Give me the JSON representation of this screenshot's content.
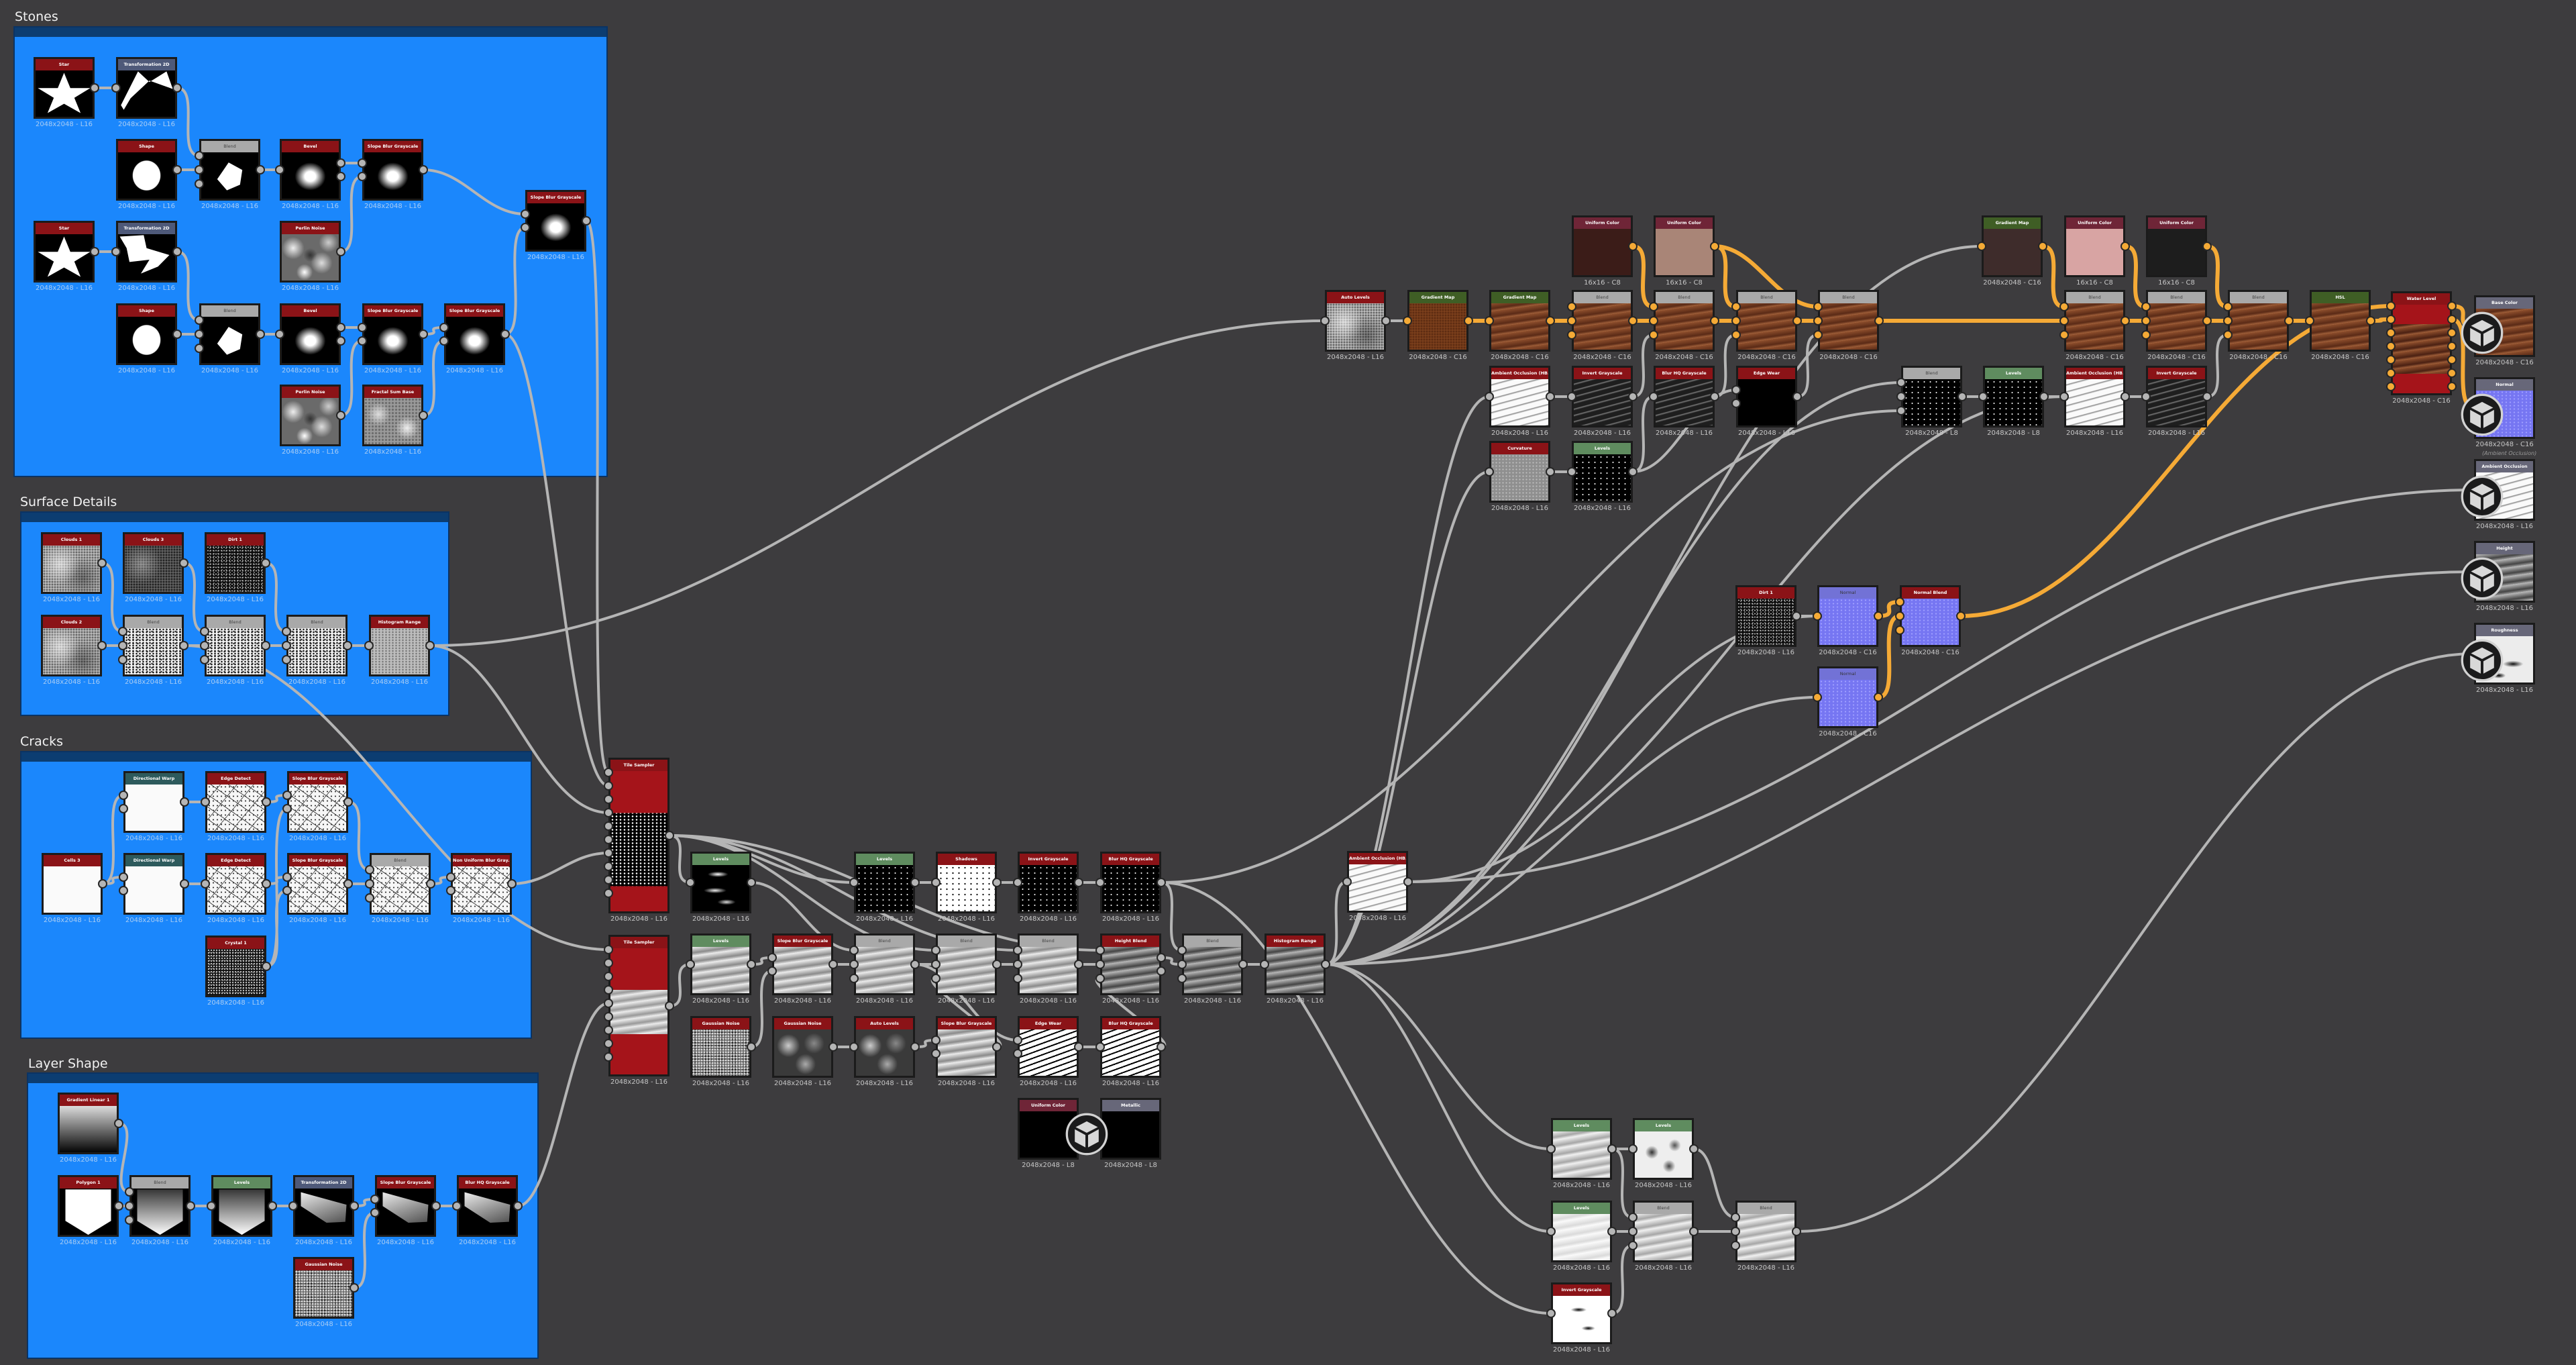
{
  "frames": {
    "stones": "Stones",
    "surface": "Surface Details",
    "cracks": "Cracks",
    "layer": "Layer Shape"
  },
  "captions": {
    "ao_output": "(Ambient Occlusion)"
  },
  "colors": {
    "background": "#3d3c3e",
    "frame": "#1b87fc",
    "frame_header": "#0c3d71",
    "wire": "#b5b5b5",
    "color_wire": "#f5aa36"
  },
  "nodes": {
    "s1": {
      "title": "Star",
      "res": "2048x2048 - L16"
    },
    "s2": {
      "title": "Transformation 2D",
      "res": "2048x2048 - L16"
    },
    "s3": {
      "title": "Shape",
      "res": "2048x2048 - L16"
    },
    "s4": {
      "title": "Blend",
      "res": "2048x2048 - L16"
    },
    "s5": {
      "title": "Bevel",
      "res": "2048x2048 - L16"
    },
    "s6": {
      "title": "Slope Blur Grayscale",
      "res": "2048x2048 - L16"
    },
    "s7": {
      "title": "Star",
      "res": "2048x2048 - L16"
    },
    "s8": {
      "title": "Transformation 2D",
      "res": "2048x2048 - L16"
    },
    "s9": {
      "title": "Perlin Noise",
      "res": "2048x2048 - L16"
    },
    "s10": {
      "title": "Slope Blur Grayscale",
      "res": "2048x2048 - L16"
    },
    "s11": {
      "title": "Shape",
      "res": "2048x2048 - L16"
    },
    "s12": {
      "title": "Blend",
      "res": "2048x2048 - L16"
    },
    "s13": {
      "title": "Bevel",
      "res": "2048x2048 - L16"
    },
    "s14": {
      "title": "Slope Blur Grayscale",
      "res": "2048x2048 - L16"
    },
    "s15": {
      "title": "Slope Blur Grayscale",
      "res": "2048x2048 - L16"
    },
    "s16": {
      "title": "Perlin Noise",
      "res": "2048x2048 - L16"
    },
    "s17": {
      "title": "Fractal Sum Base",
      "res": "2048x2048 - L16"
    },
    "d1": {
      "title": "Clouds 1",
      "res": "2048x2048 - L16"
    },
    "d2": {
      "title": "Clouds 3",
      "res": "2048x2048 - L16"
    },
    "d3": {
      "title": "Dirt 1",
      "res": "2048x2048 - L16"
    },
    "d4": {
      "title": "Clouds 2",
      "res": "2048x2048 - L16"
    },
    "d5": {
      "title": "Blend",
      "res": "2048x2048 - L16"
    },
    "d6": {
      "title": "Blend",
      "res": "2048x2048 - L16"
    },
    "d7": {
      "title": "Blend",
      "res": "2048x2048 - L16"
    },
    "d8": {
      "title": "Histogram Range",
      "res": "2048x2048 - L16"
    },
    "c1": {
      "title": "Directional Warp",
      "res": "2048x2048 - L16"
    },
    "c2": {
      "title": "Edge Detect",
      "res": "2048x2048 - L16"
    },
    "c3": {
      "title": "Slope Blur Grayscale",
      "res": "2048x2048 - L16"
    },
    "c4": {
      "title": "Cells 3",
      "res": "2048x2048 - L16"
    },
    "c5": {
      "title": "Directional Warp",
      "res": "2048x2048 - L16"
    },
    "c6": {
      "title": "Edge Detect",
      "res": "2048x2048 - L16"
    },
    "c7": {
      "title": "Slope Blur Grayscale",
      "res": "2048x2048 - L16"
    },
    "c8": {
      "title": "Blend",
      "res": "2048x2048 - L16"
    },
    "c9": {
      "title": "Non Uniform Blur Gray...",
      "res": "2048x2048 - L16"
    },
    "c10": {
      "title": "Crystal 1",
      "res": "2048x2048 - L16"
    },
    "l1": {
      "title": "Gradient Linear 1",
      "res": "2048x2048 - L16"
    },
    "l2": {
      "title": "Polygon 1",
      "res": "2048x2048 - L16"
    },
    "l3": {
      "title": "Blend",
      "res": "2048x2048 - L16"
    },
    "l4": {
      "title": "Levels",
      "res": "2048x2048 - L16"
    },
    "l5": {
      "title": "Transformation 2D",
      "res": "2048x2048 - L16"
    },
    "l6": {
      "title": "Slope Blur Grayscale",
      "res": "2048x2048 - L16"
    },
    "l7": {
      "title": "Blur HQ Grayscale",
      "res": "2048x2048 - L16"
    },
    "l8": {
      "title": "Gaussian Noise",
      "res": "2048x2048 - L16"
    },
    "m1": {
      "title": "Tile Sampler",
      "res": "2048x2048 - L16"
    },
    "m2": {
      "title": "Tile Sampler",
      "res": "2048x2048 - L16"
    },
    "m3": {
      "title": "Levels",
      "res": "2048x2048 - L16"
    },
    "m4": {
      "title": "Levels",
      "res": "2048x2048 - L16"
    },
    "m5": {
      "title": "Shadows",
      "res": "2048x2048 - L16"
    },
    "m6": {
      "title": "Invert Grayscale",
      "res": "2048x2048 - L16"
    },
    "m7": {
      "title": "Blur HQ Grayscale",
      "res": "2048x2048 - L16"
    },
    "m8": {
      "title": "Levels",
      "res": "2048x2048 - L16"
    },
    "m9": {
      "title": "Slope Blur Grayscale",
      "res": "2048x2048 - L16"
    },
    "m10": {
      "title": "Blend",
      "res": "2048x2048 - L16"
    },
    "m11": {
      "title": "Blend",
      "res": "2048x2048 - L16"
    },
    "m12": {
      "title": "Blend",
      "res": "2048x2048 - L16"
    },
    "m13": {
      "title": "Height Blend",
      "res": "2048x2048 - L16"
    },
    "m14": {
      "title": "Gaussian Noise",
      "res": "2048x2048 - L16"
    },
    "m15": {
      "title": "Gaussian Noise",
      "res": "2048x2048 - L16"
    },
    "m16": {
      "title": "Auto Levels",
      "res": "2048x2048 - L16"
    },
    "m17": {
      "title": "Slope Blur Grayscale",
      "res": "2048x2048 - L16"
    },
    "m18": {
      "title": "Edge Wear",
      "res": "2048x2048 - L16"
    },
    "m19": {
      "title": "Blur HQ Grayscale",
      "res": "2048x2048 - L16"
    },
    "m20": {
      "title": "Uniform Color",
      "res": "2048x2048 - L8"
    },
    "m21": {
      "title": "Metallic",
      "res": "2048x2048 - L8"
    },
    "m22": {
      "title": "Blend",
      "res": "2048x2048 - L16"
    },
    "m23": {
      "title": "Histogram Range",
      "res": "2048x2048 - L16"
    },
    "m24": {
      "title": "Ambient Occlusion (HB...",
      "res": "2048x2048 - L16"
    },
    "b1": {
      "title": "Levels",
      "res": "2048x2048 - L16"
    },
    "b2": {
      "title": "Levels",
      "res": "2048x2048 - L16"
    },
    "b3": {
      "title": "Levels",
      "res": "2048x2048 - L16"
    },
    "b4": {
      "title": "Blend",
      "res": "2048x2048 - L16"
    },
    "b5": {
      "title": "Blend",
      "res": "2048x2048 - L16"
    },
    "b6": {
      "title": "Invert Grayscale",
      "res": "2048x2048 - L16"
    },
    "t1": {
      "title": "Uniform Color",
      "res": "16x16 - C8"
    },
    "t2": {
      "title": "Uniform Color",
      "res": "16x16 - C8"
    },
    "t3": {
      "title": "Auto Levels",
      "res": "2048x2048 - L16"
    },
    "t4": {
      "title": "Gradient Map",
      "res": "2048x2048 - C16"
    },
    "t5": {
      "title": "Gradient Map",
      "res": "2048x2048 - C16"
    },
    "t6": {
      "title": "Blend",
      "res": "2048x2048 - C16"
    },
    "t7": {
      "title": "Blend",
      "res": "2048x2048 - C16"
    },
    "t8": {
      "title": "Blend",
      "res": "2048x2048 - C16"
    },
    "t9": {
      "title": "Blend",
      "res": "2048x2048 - C16"
    },
    "t10": {
      "title": "Ambient Occlusion (HB...",
      "res": "2048x2048 - L16"
    },
    "t11": {
      "title": "Invert Grayscale",
      "res": "2048x2048 - L16"
    },
    "t12": {
      "title": "Blur HQ Grayscale",
      "res": "2048x2048 - L16"
    },
    "t13": {
      "title": "Edge Wear",
      "res": "2048x2048 - L16"
    },
    "t14": {
      "title": "Curvature",
      "res": "2048x2048 - L16"
    },
    "t15": {
      "title": "Levels",
      "res": "2048x2048 - L16"
    },
    "t16": {
      "title": "Gradient Map",
      "res": "2048x2048 - C16"
    },
    "t17": {
      "title": "Uniform Color",
      "res": "16x16 - C8"
    },
    "t18": {
      "title": "Uniform Color",
      "res": "16x16 - C8"
    },
    "t19": {
      "title": "Blend",
      "res": "2048x2048 - C16"
    },
    "t20": {
      "title": "Blend",
      "res": "2048x2048 - C16"
    },
    "t21": {
      "title": "Blend",
      "res": "2048x2048 - C16"
    },
    "t22": {
      "title": "HSL",
      "res": "2048x2048 - C16"
    },
    "t23": {
      "title": "Water Level",
      "res": "2048x2048 - C16"
    },
    "t24": {
      "title": "Blend",
      "res": "2048x2048 - L8"
    },
    "t25": {
      "title": "Levels",
      "res": "2048x2048 - L8"
    },
    "t26": {
      "title": "Ambient Occlusion (HB...",
      "res": "2048x2048 - L16"
    },
    "t27": {
      "title": "Invert Grayscale",
      "res": "2048x2048 - L16"
    },
    "n1": {
      "title": "Dirt 1",
      "res": "2048x2048 - L16"
    },
    "n2": {
      "title": "Normal",
      "res": "2048x2048 - C16"
    },
    "n3": {
      "title": "Normal Blend",
      "res": "2048x2048 - C16"
    },
    "n4": {
      "title": "Normal",
      "res": "2048x2048 - C16"
    },
    "o1": {
      "title": "Base Color",
      "res": "2048x2048 - C16"
    },
    "o2": {
      "title": "Normal",
      "res": "2048x2048 - C16"
    },
    "o3": {
      "title": "Ambient Occlusion",
      "res": "2048x2048 - L16"
    },
    "o4": {
      "title": "Height",
      "res": "2048x2048 - L16"
    },
    "o5": {
      "title": "Roughness",
      "res": "2048x2048 - L16"
    }
  }
}
